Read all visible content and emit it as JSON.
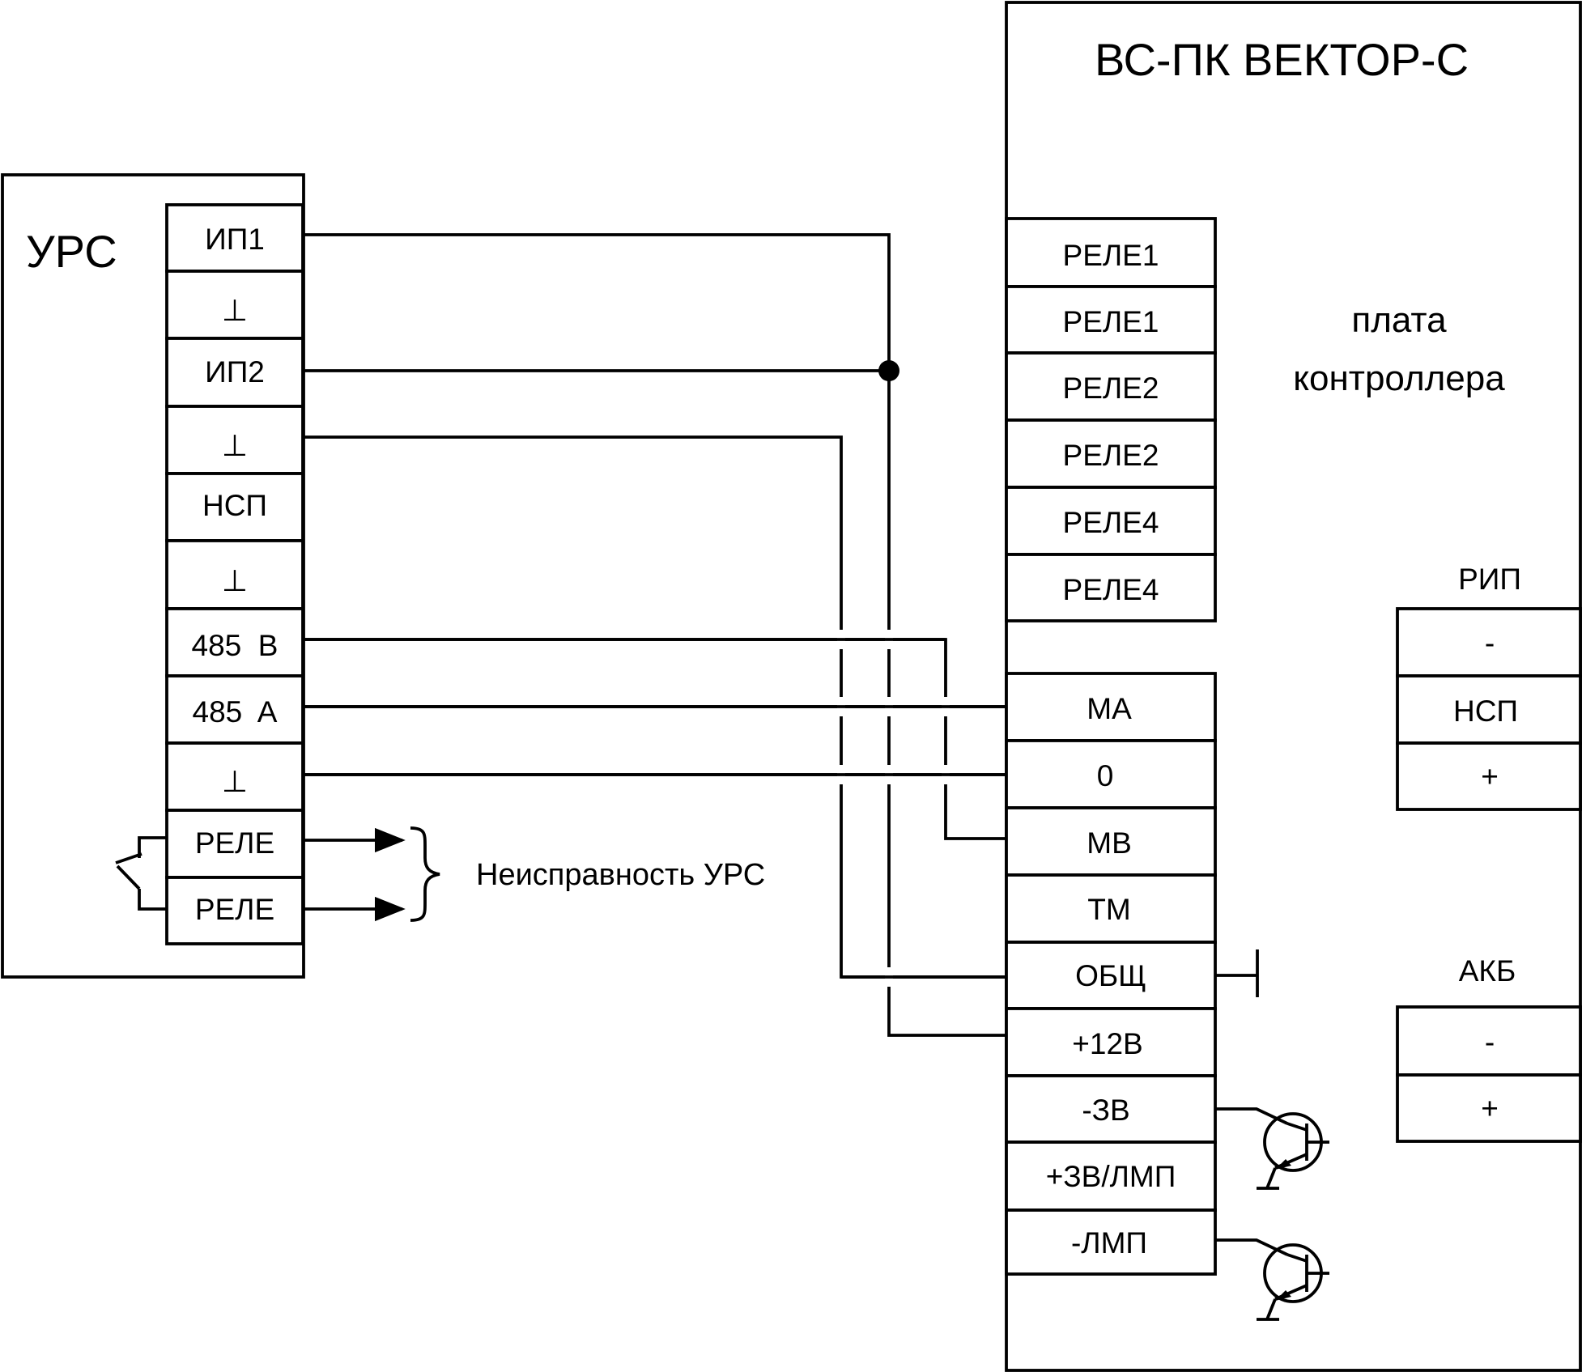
{
  "urs": {
    "title": "УРС",
    "terminals": [
      "ИП1",
      "⊥",
      "ИП2",
      "⊥",
      "НСП",
      "⊥",
      "485  B",
      "485  A",
      "⊥",
      "РЕЛЕ",
      "РЕЛЕ"
    ]
  },
  "relay_note": "Неисправность УРС",
  "controller": {
    "title": "ВС-ПК ВЕКТОР-С",
    "board_label_line1": "плата",
    "board_label_line2": "контроллера",
    "relay_terminals": [
      "РЕЛЕ1",
      "РЕЛЕ1",
      "РЕЛЕ2",
      "РЕЛЕ2",
      "РЕЛЕ4",
      "РЕЛЕ4"
    ],
    "io_terminals": [
      "MA",
      "0",
      "MB",
      "TM",
      "ОБЩ",
      "+12В",
      "-ЗВ",
      "+ЗВ/ЛМП",
      "-ЛМП"
    ]
  },
  "rip": {
    "title": "РИП",
    "terminals": [
      "-",
      "НСП",
      "+"
    ]
  },
  "akb": {
    "title": "АКБ",
    "terminals": [
      "-",
      "+"
    ]
  }
}
